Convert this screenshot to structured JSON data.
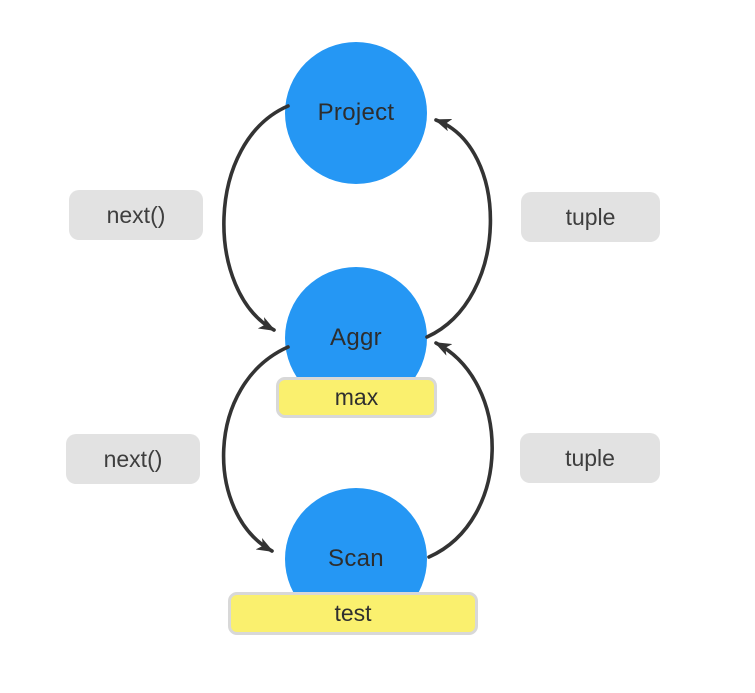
{
  "diagram": {
    "description": "Iterator model query execution diagram",
    "colors": {
      "node_fill": "#2597F4",
      "node_text": "#2D2D2D",
      "arrow": "#333333",
      "edge_label_bg": "#E2E2E2",
      "edge_label_text": "#3E3E3E",
      "tag_bg": "#FAF06E",
      "tag_border": "#D8D8D8",
      "background": "#FFFFFF"
    },
    "nodes": [
      {
        "id": "project",
        "label": "Project"
      },
      {
        "id": "aggr",
        "label": "Aggr",
        "tag": "max"
      },
      {
        "id": "scan",
        "label": "Scan",
        "tag": "test"
      }
    ],
    "edge_labels": {
      "next_top": "next()",
      "tuple_top": "tuple",
      "next_bottom": "next()",
      "tuple_bottom": "tuple"
    },
    "edges": [
      {
        "from": "project",
        "to": "aggr",
        "label": "next()",
        "side": "left"
      },
      {
        "from": "aggr",
        "to": "project",
        "label": "tuple",
        "side": "right"
      },
      {
        "from": "aggr",
        "to": "scan",
        "label": "next()",
        "side": "left"
      },
      {
        "from": "scan",
        "to": "aggr",
        "label": "tuple",
        "side": "right"
      }
    ]
  }
}
